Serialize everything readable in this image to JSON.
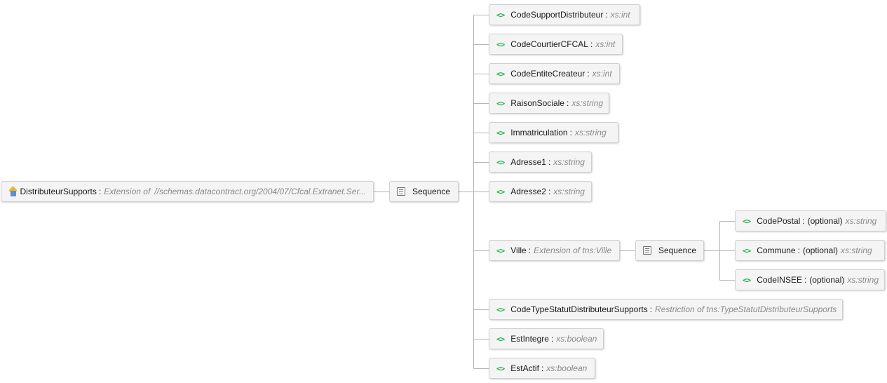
{
  "root": {
    "name": "DistributeurSupports",
    "kind": "Extension of",
    "base": "//schemas.datacontract.org/2004/07/Cfcal.Extranet.Ser..."
  },
  "sequence_label": "Sequence",
  "elements": [
    {
      "name": "CodeSupportDistributeur",
      "optional": "",
      "type": "xs:int"
    },
    {
      "name": "CodeCourtierCFCAL",
      "optional": "",
      "type": "xs:int"
    },
    {
      "name": "CodeEntiteCreateur",
      "optional": "",
      "type": "xs:int"
    },
    {
      "name": "RaisonSociale",
      "optional": "",
      "type": "xs:string"
    },
    {
      "name": "Immatriculation",
      "optional": "",
      "type": "xs:string"
    },
    {
      "name": "Adresse1",
      "optional": "",
      "type": "xs:string"
    },
    {
      "name": "Adresse2",
      "optional": "",
      "type": "xs:string"
    },
    {
      "name": "Ville",
      "optional": "",
      "type": "Extension of tns:Ville"
    },
    {
      "name": "CodeTypeStatutDistributeurSupports",
      "optional": "",
      "type": "Restriction of tns:TypeStatutDistributeurSupports"
    },
    {
      "name": "EstIntegre",
      "optional": "",
      "type": "xs:boolean"
    },
    {
      "name": "EstActif",
      "optional": "",
      "type": "xs:boolean"
    }
  ],
  "ville_sequence_label": "Sequence",
  "ville_children": [
    {
      "name": "CodePostal",
      "optional": "(optional)",
      "type": "xs:string"
    },
    {
      "name": "Commune",
      "optional": "(optional)",
      "type": "xs:string"
    },
    {
      "name": "CodeINSEE",
      "optional": "(optional)",
      "type": "xs:string"
    }
  ],
  "separator": ":",
  "element_icon": "<>",
  "colors": {
    "element_icon": "#22b14c",
    "type_text": "#8a8a8a",
    "connector": "#b5b5b5"
  }
}
